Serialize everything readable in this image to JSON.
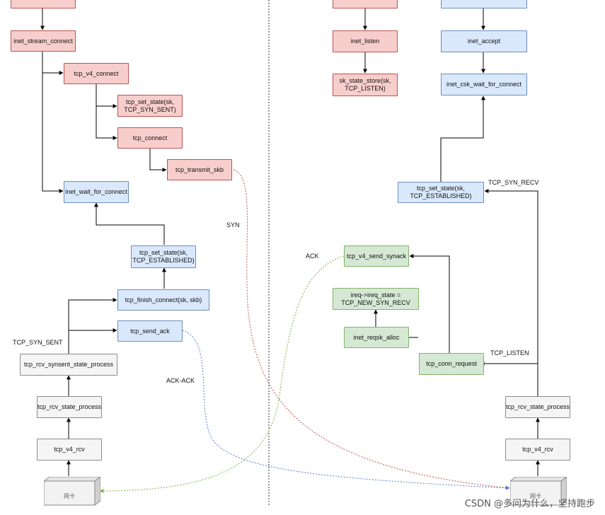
{
  "colors": {
    "red_fill": "#f8cecc",
    "blue_fill": "#dae8fc",
    "green_fill": "#d5e8d4",
    "gray_fill": "#f5f5f5",
    "syn_line": "#c0504d",
    "ack_line": "#7cb342",
    "ackack_line": "#5b7bd5"
  },
  "left": {
    "inet_stream_connect": "inet_stream_connect",
    "tcp_v4_connect": "tcp_v4_connect",
    "tcp_set_state_syn_sent": "tcp_set_state(sk,\nTCP_SYN_SENT)",
    "tcp_connect": "tcp_connect",
    "tcp_transmit_skb": "tcp_transmit_skb",
    "inet_wait_for_connect": "inet_wait_for_connect",
    "tcp_set_state_established": "tcp_set_state(sk,\nTCP_ESTABLISHED)",
    "tcp_finish_connect": "tcp_finish_connect(sk, skb)",
    "tcp_send_ack": "tcp_send_ack",
    "tcp_rcv_synsent_state_process": "tcp_rcv_synsent_state_process",
    "tcp_rcv_state_process": "tcp_rcv_state_process",
    "tcp_v4_rcv": "tcp_v4_rcv",
    "nic": "网卡",
    "state_label": "TCP_SYN_SENT"
  },
  "right": {
    "inet_listen": "inet_listen",
    "sk_state_store": "sk_state_store(sk,\nTCP_LISTEN)",
    "inet_accept": "inet_accept",
    "inet_csk_wait_for_connect": "inet_csk_wait_for_connect",
    "tcp_set_state_established": "tcp_set_state(sk,\nTCP_ESTABLISHED)",
    "tcp_v4_send_synack": "tcp_v4_send_synack",
    "ireq_state": "ireq->ireq_state =\nTCP_NEW_SYN_RECV",
    "inet_reqsk_alloc": "inet_reqsk_alloc",
    "tcp_conn_request": "tcp_conn_request",
    "tcp_rcv_state_process": "tcp_rcv_state_process",
    "tcp_v4_rcv": "tcp_v4_rcv",
    "nic": "网卡",
    "syn_recv_label": "TCP_SYN_RECV",
    "listen_label": "TCP_LISTEN"
  },
  "packets": {
    "syn": "SYN",
    "ack": "ACK",
    "ack_ack": "ACK-ACK"
  },
  "watermark": "CSDN @多问为什么，坚持跑步"
}
